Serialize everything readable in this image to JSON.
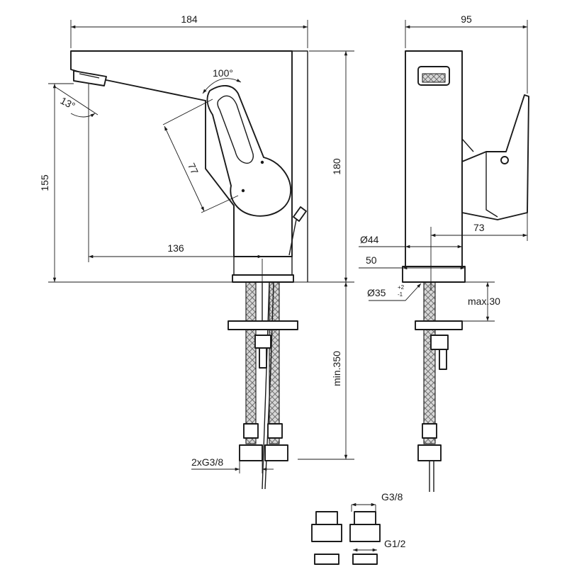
{
  "dimensions": {
    "overall_length": "184",
    "side_depth": "95",
    "lever_rotation": "100°",
    "spout_angle": "13°",
    "lever_length": "77",
    "spout_height": "155",
    "total_height": "180",
    "spout_reach": "136",
    "min_hose_length": "min.350",
    "hose_connection": "2xG3/8",
    "base_diameter": "Ø44",
    "base_width": "50",
    "lever_offset": "73",
    "hole_diameter": "Ø35",
    "hole_tol_upper": "+2",
    "hole_tol_lower": "-1",
    "max_deck_thickness": "max.30",
    "adapter_inlet": "G3/8",
    "adapter_outlet": "G1/2"
  }
}
